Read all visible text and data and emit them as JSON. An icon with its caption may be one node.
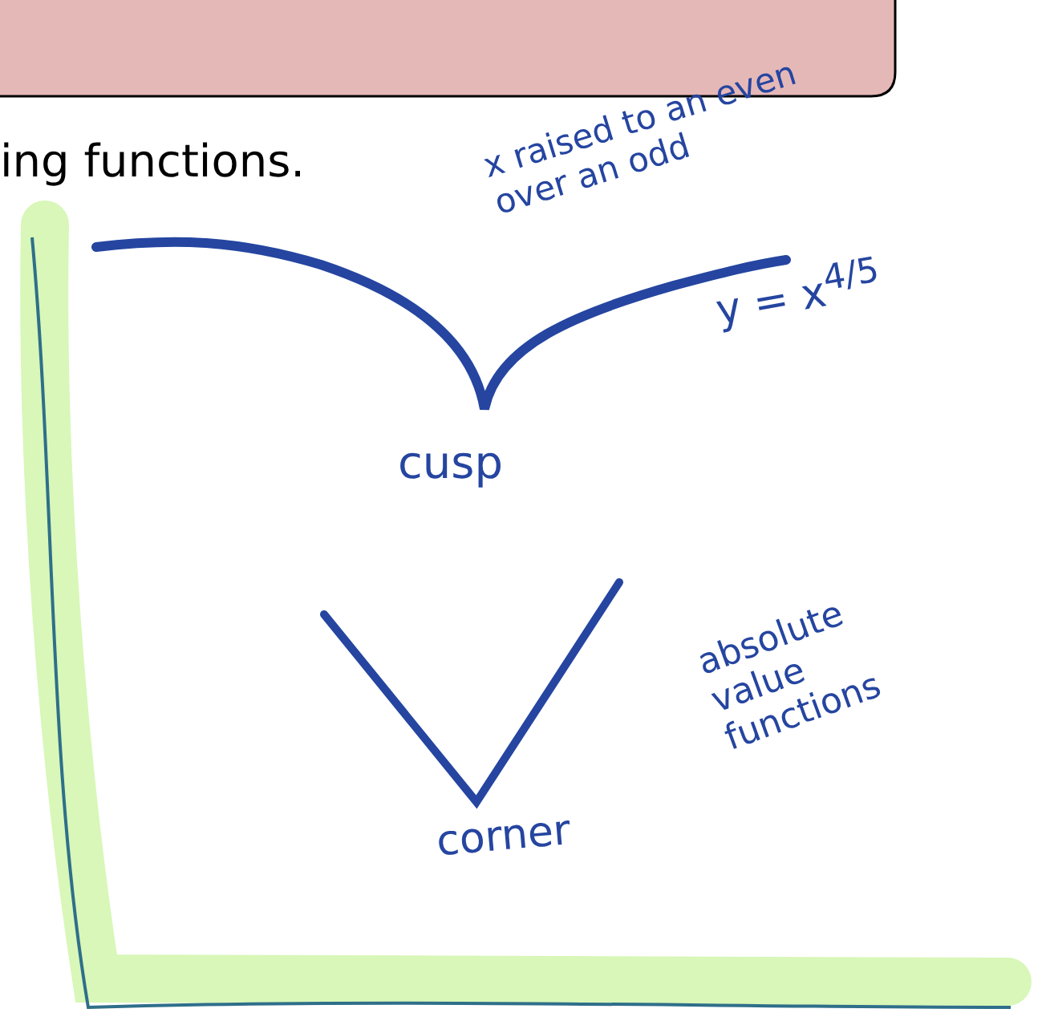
{
  "diagram": {
    "labels": [
      "ing functions.",
      "x raised to an even over an odd",
      "y = x$^{4/5}$",
      "cusp",
      "corner",
      "absolute value functions"
    ]
  }
}
